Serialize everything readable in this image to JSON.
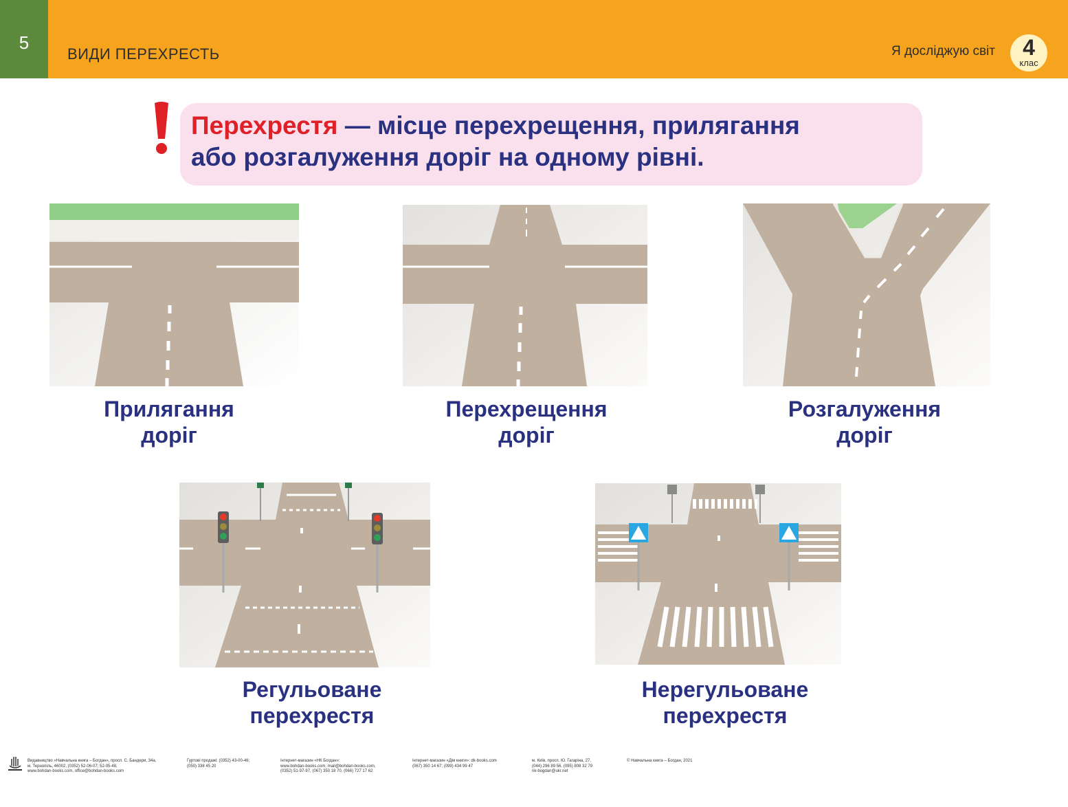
{
  "header": {
    "page_number": "5",
    "title": "ВИДИ ПЕРЕХРЕСТЬ",
    "subject": "Я досліджую світ",
    "grade_number": "4",
    "grade_word": "клас"
  },
  "definition": {
    "term": "Перехрестя",
    "line1_rest": " — місце перехрещення, прилягання",
    "line2": "або розгалуження доріг на одному рівні."
  },
  "intersections": [
    {
      "caption_line1": "Прилягання",
      "caption_line2": "доріг",
      "icon": "t-junction-illustration"
    },
    {
      "caption_line1": "Перехрещення",
      "caption_line2": "доріг",
      "icon": "crossroads-illustration"
    },
    {
      "caption_line1": "Розгалуження",
      "caption_line2": "доріг",
      "icon": "y-fork-illustration"
    },
    {
      "caption_line1": "Регульоване",
      "caption_line2": "перехрестя",
      "icon": "traffic-light-intersection-illustration"
    },
    {
      "caption_line1": "Нерегульоване",
      "caption_line2": "перехрестя",
      "icon": "pedestrian-crossing-intersection-illustration"
    }
  ],
  "footer": {
    "publisher": [
      "Видавництво «Навчальна книга – Богдан», просп. С. Бандери, 34а,",
      "м. Тернопіль, 46002, (0352) 52-06-07; 52-05-48,",
      "www.bohdan-books.com, office@bohdan-books.com"
    ],
    "wholesale": [
      "Гуртові продажі: (0352) 43-00-46;",
      "(050) 338 45 20"
    ],
    "shop1": [
      "Інтернет-магазин «НК Богдан»:",
      "www.bohdan-books.com, mail@bohdan-books.com,",
      "(0352) 51-97-97, (067) 350 18 70, (066) 727 17 62"
    ],
    "shop2": [
      "Інтернет-магазин «Дім книги»: dk-books.com",
      "(067) 350 14 67; (099) 434 99 47"
    ],
    "kyiv": [
      "м. Київ, просп. Ю. Гагаріна, 27,",
      "(044) 296 89 56, (095) 808 32 79",
      "nk-bogdan@ukr.net"
    ],
    "copyright": "© Навчальна книга – Богдан, 2021"
  },
  "colors": {
    "header_orange": "#f6a41e",
    "page_num_green": "#5b8a3c",
    "definition_bg": "#fadfec",
    "text_navy": "#2a3181",
    "term_red": "#e02027",
    "road": "#bfb09f"
  }
}
